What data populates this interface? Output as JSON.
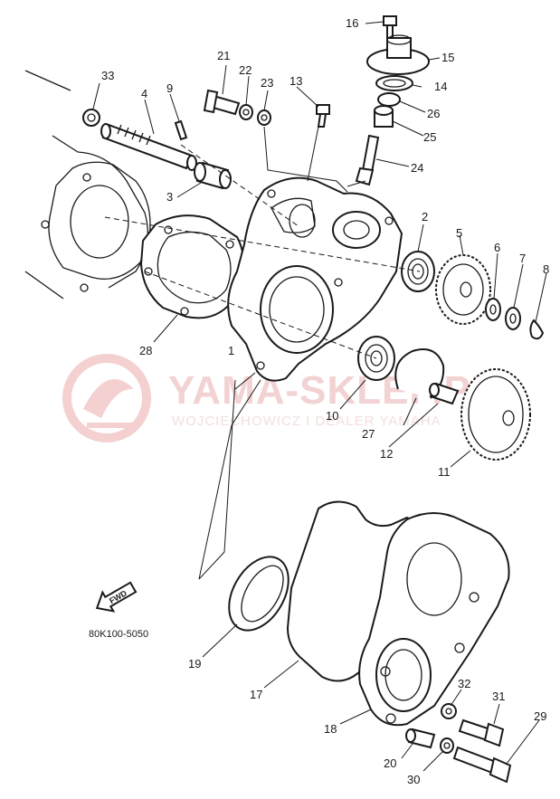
{
  "watermark": {
    "title": "YAMA-SKLEP.PL",
    "subtitle": "WOJCIECHOWICZ I DEALER YAMAHA",
    "color": "#e07a7a"
  },
  "diagram_code": "80K100-5050",
  "forward_arrow": "FWD",
  "part_numbers": [
    "1",
    "2",
    "3",
    "4",
    "5",
    "6",
    "7",
    "8",
    "9",
    "10",
    "11",
    "12",
    "13",
    "14",
    "15",
    "16",
    "17",
    "18",
    "19",
    "20",
    "21",
    "22",
    "23",
    "24",
    "25",
    "26",
    "27",
    "28",
    "29",
    "30",
    "31",
    "32",
    "33"
  ]
}
